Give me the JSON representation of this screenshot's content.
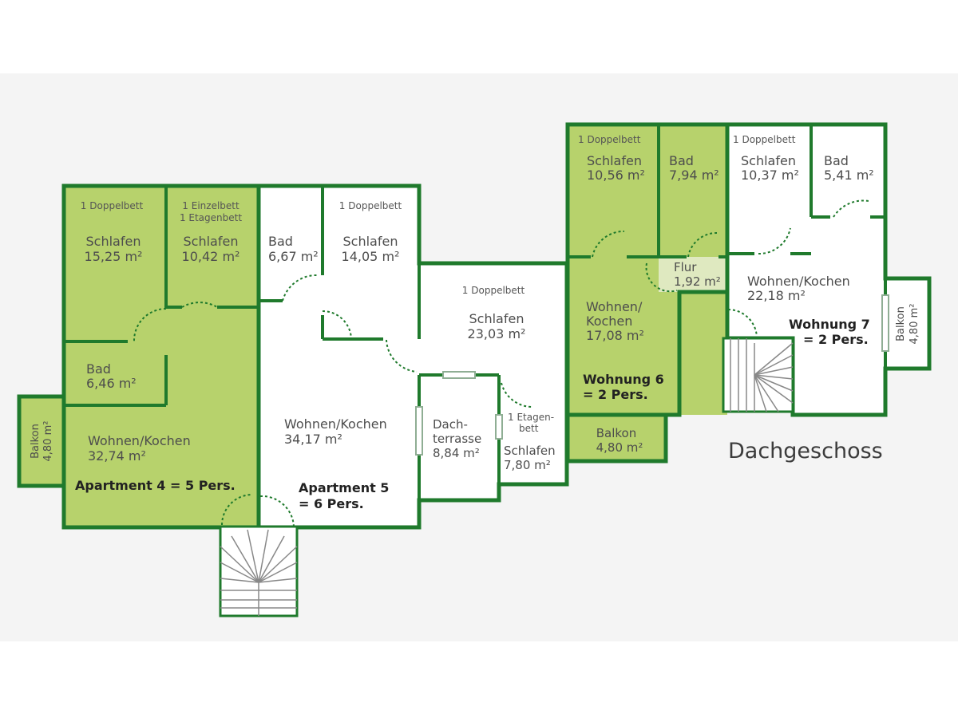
{
  "floor_title": "Dachgeschoss",
  "colors": {
    "green_fill": "#b7d26c",
    "wall": "#1f7a2c",
    "canvas": "#f4f4f4"
  },
  "apartment4": {
    "label": "Apartment 4 = 5 Pers.",
    "bed1": {
      "note": "1 Doppelbett",
      "name": "Schlafen",
      "area": "15,25 m²"
    },
    "bed2": {
      "note1": "1 Einzelbett",
      "note2": "1 Etagenbett",
      "name": "Schlafen",
      "area": "10,42 m²"
    },
    "bath": {
      "name": "Bad",
      "area": "6,46 m²"
    },
    "living": {
      "name": "Wohnen/Kochen",
      "area": "32,74 m²"
    },
    "balcony": {
      "name": "Balkon",
      "area": "4,80 m²"
    }
  },
  "apartment5": {
    "label1": "Apartment 5",
    "label2": "= 6 Pers.",
    "bath": {
      "name": "Bad",
      "area": "6,67 m²"
    },
    "bed1": {
      "note": "1 Doppelbett",
      "name": "Schlafen",
      "area": "14,05 m²"
    },
    "bed2": {
      "note": "1 Doppelbett",
      "name": "Schlafen",
      "area": "23,03 m²"
    },
    "living": {
      "name": "Wohnen/Kochen",
      "area": "34,17 m²"
    },
    "terrace": {
      "name1": "Dach-",
      "name2": "terrasse",
      "area": "8,84 m²"
    },
    "bed3": {
      "note1": "1 Etagen-",
      "note2": "bett",
      "name": "Schlafen",
      "area": "7,80 m²"
    }
  },
  "apartment6": {
    "label1": "Wohnung 6",
    "label2": "= 2 Pers.",
    "bed": {
      "note": "1 Doppelbett",
      "name": "Schlafen",
      "area": "10,56 m²"
    },
    "bath": {
      "name": "Bad",
      "area": "7,94 m²"
    },
    "hall": {
      "name": "Flur",
      "area": "1,92 m²"
    },
    "living": {
      "name1": "Wohnen/",
      "name2": "Kochen",
      "area": "17,08 m²"
    },
    "balcony": {
      "name": "Balkon",
      "area": "4,80 m²"
    }
  },
  "apartment7": {
    "label1": "Wohnung 7",
    "label2": "= 2 Pers.",
    "bed": {
      "note": "1 Doppelbett",
      "name": "Schlafen",
      "area": "10,37 m²"
    },
    "bath": {
      "name": "Bad",
      "area": "5,41 m²"
    },
    "living": {
      "name": "Wohnen/Kochen",
      "area": "22,18 m²"
    },
    "balcony": {
      "name": "Balkon",
      "area": "4,80 m²"
    }
  }
}
